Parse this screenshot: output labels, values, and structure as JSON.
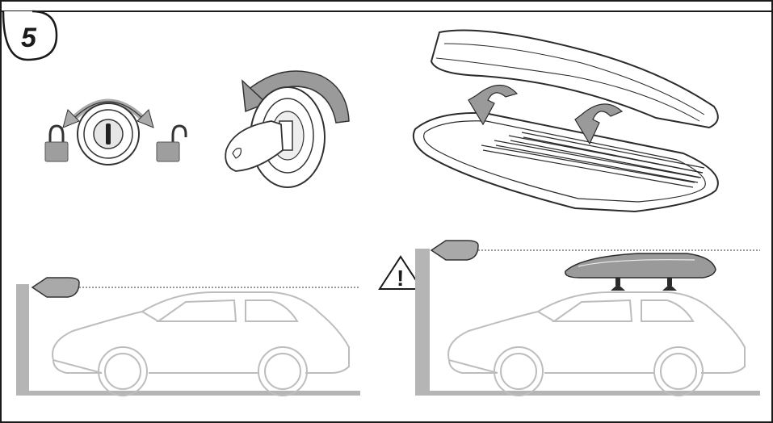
{
  "step": {
    "number": "5"
  },
  "panels": {
    "lock": {
      "positions": [
        "locked",
        "unlocked"
      ]
    },
    "key_turn": {},
    "box_open": {},
    "garage_without_box": {},
    "garage_with_box": {
      "warning": "!"
    }
  },
  "colors": {
    "frame": "#1a1a1a",
    "line_art": "#2b2b2b",
    "car_outline": "#bdbdbd",
    "wall_gray": "#b5b5b5",
    "arrow_fill": "#a9a9a9",
    "box_fill": "#9a9a9a"
  },
  "icons": [
    "padlock-closed-icon",
    "padlock-open-icon",
    "rotate-arrow-icon",
    "key-icon",
    "warning-triangle-icon",
    "arrow-left-icon"
  ]
}
